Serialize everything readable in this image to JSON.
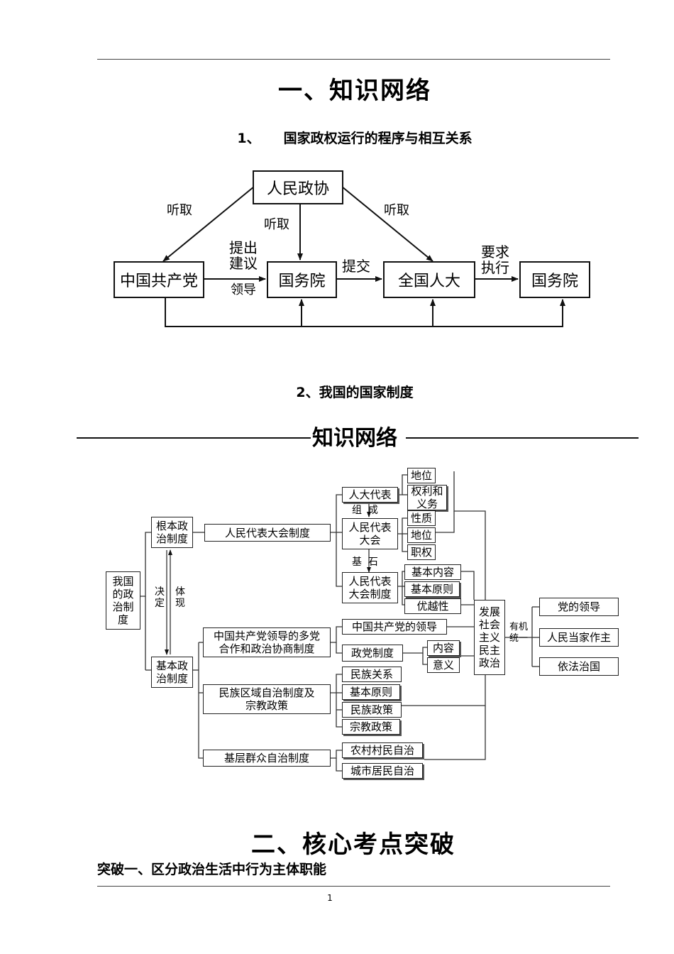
{
  "section1_title": "一、知识网络",
  "sub1_title": "1、     国家政权运行的程序与相互关系",
  "diagram1": {
    "nodes": {
      "cppcc": "人民政协",
      "cpc": "中国共产党",
      "state_council_1": "国务院",
      "npc": "全国人大",
      "state_council_2": "国务院"
    },
    "edge_labels": {
      "listen_left": "听取",
      "listen_mid": "听取",
      "listen_right": "听取",
      "propose": "提出\n建议",
      "lead": "领导",
      "submit": "提交",
      "require": "要求\n执行"
    }
  },
  "sub2_title": "2、我国的国家制度",
  "banner_title": "知识网络",
  "diagram2": {
    "root": "我国\n的政\n治制\n度",
    "fundamental": "根本政\n治制度",
    "basic": "基本政\n治制度",
    "decide": "决\n定",
    "embody": "体\n现",
    "npc_system": "人民代表大会制度",
    "deputies": "人大代表",
    "form": "组  成",
    "npc": "人民代表\n大会",
    "cornerstone": "基  石",
    "npc_sys2": "人民代表\n大会制度",
    "status1": "地位",
    "rights": "权利和\n义务",
    "nature": "性质",
    "status2": "地位",
    "powers": "职权",
    "content": "基本内容",
    "principle": "基本原则",
    "advantage": "优越性",
    "coop": "中国共产党领导的多党\n合作和政治协商制度",
    "cpc_lead": "中国共产党的领导",
    "party_sys": "政党制度",
    "neirong": "内容",
    "yiyi": "意义",
    "ethnic_sys": "民族区域自治制度及\n宗教政策",
    "ethnic_rel": "民族关系",
    "basic_prin": "基本原则",
    "ethnic_policy": "民族政策",
    "relig_policy": "宗教政策",
    "grassroots": "基层群众自治制度",
    "village": "农村村民自治",
    "urban": "城市居民自治",
    "develop": "发展\n社会\n主义\n民主\n政治",
    "organic": "有机\n统一",
    "party_lead": "党的领导",
    "people_master": "人民当家作主",
    "rule_of_law": "依法治国"
  },
  "section2_title": "二、核心考点突破",
  "breakthrough1": "突破一、区分政治生活中行为主体职能",
  "page_number": "1"
}
